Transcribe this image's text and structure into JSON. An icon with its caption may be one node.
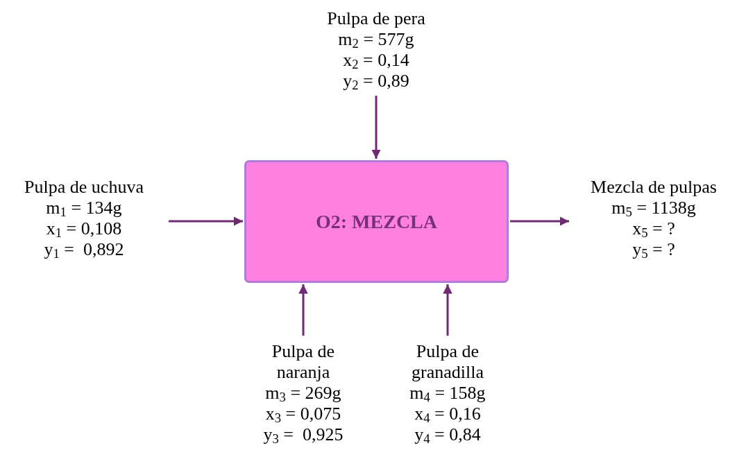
{
  "diagram": {
    "nodes": [
      {
        "text": [
          "Pulpa de pera",
          "m$_{2}$ = 577g",
          "x$_{2}$ = 0,14",
          "y$_{2}$ = 0,89"
        ]
      },
      {
        "text": [
          "Pulpa de uchuva",
          "m$_{1}$ = 134g",
          "x$_{1}$ = 0,108",
          "y$_{1}$ =  0,892"
        ]
      },
      {
        "text": [
          "O2: MEZCLA"
        ]
      },
      {
        "text": [
          "Mezcla de pulpas",
          "m$_{5}$ = 1138g",
          "x$_{5}$ = ?",
          "y$_{5}$ = ?"
        ]
      },
      {
        "text": [
          "Pulpa de naranja",
          "m$_{3}$ = 269g",
          "x$_{3}$ = 0,075",
          "y$_{3}$ =  0,925"
        ]
      },
      {
        "text": [
          "Pulpa de granadilla",
          "m$_{4}$ = 158g",
          "x$_{4}$ = 0,16",
          "y$_{4}$ = 0,84"
        ]
      }
    ],
    "edges": [
      {
        "from": 0,
        "to": 2,
        "arrow": "to"
      },
      {
        "from": 1,
        "to": 2,
        "arrow": "to"
      },
      {
        "from": 2,
        "to": 3,
        "arrow": "to"
      },
      {
        "from": 4,
        "to": 2,
        "arrow": "to"
      },
      {
        "from": 5,
        "to": 2,
        "arrow": "to"
      }
    ]
  }
}
